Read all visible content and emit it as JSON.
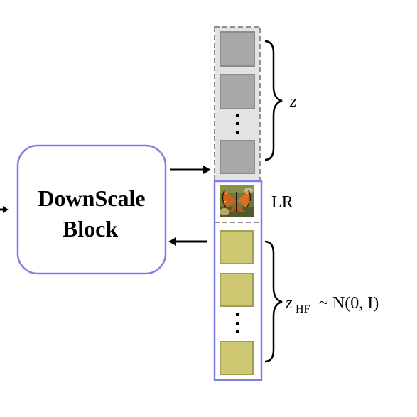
{
  "block": {
    "line1": "DownScale",
    "line2": "Block"
  },
  "labels": {
    "z": "z",
    "lr": "LR",
    "zhf_main": "z",
    "zhf_sub": "HF",
    "zhf_rest": " ~ N(0, I)"
  },
  "icons": {
    "lr_thumbnail": "butterfly-image-icon"
  },
  "colors": {
    "block_border": "#7f7fe6",
    "gray_square_fill": "#a8a8a8",
    "gray_square_border": "#8c8c8c",
    "gray_column_fill": "#e3e3e3",
    "gray_column_border": "#8f8f8f",
    "yellow_square_fill": "#cfc873",
    "yellow_square_border": "#a29d5a",
    "arrow": "#000000"
  }
}
